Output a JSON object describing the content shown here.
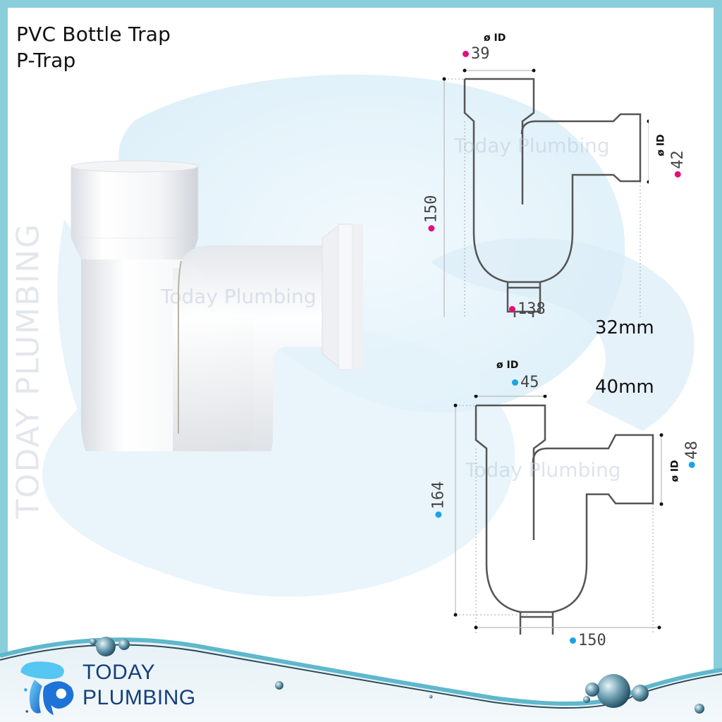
{
  "product": {
    "title_line1": "PVC Bottle Trap",
    "title_line2": "P-Trap"
  },
  "watermarks": {
    "vertical": "TODAY PLUMBING",
    "photo": "Today Plumbing",
    "diagram_top": "Today Plumbing",
    "diagram_bottom": "Today Plumbing"
  },
  "diagrams": [
    {
      "size_label": "32mm",
      "marker_color": "#e0107a",
      "inlet_label": "ø ID",
      "inlet_diameter": "39",
      "outlet_label": "ø ID",
      "outlet_diameter": "42",
      "height": "150",
      "width": "138"
    },
    {
      "size_label": "40mm",
      "marker_color": "#1aa3e8",
      "inlet_label": "ø ID",
      "inlet_diameter": "45",
      "outlet_label": "ø ID",
      "outlet_diameter": "48",
      "height": "164",
      "width": "150"
    }
  ],
  "brand": {
    "line1": "TODAY",
    "line2": "PLUMBING",
    "text_color": "#143f7a",
    "frame_color": "#8bcedb"
  }
}
